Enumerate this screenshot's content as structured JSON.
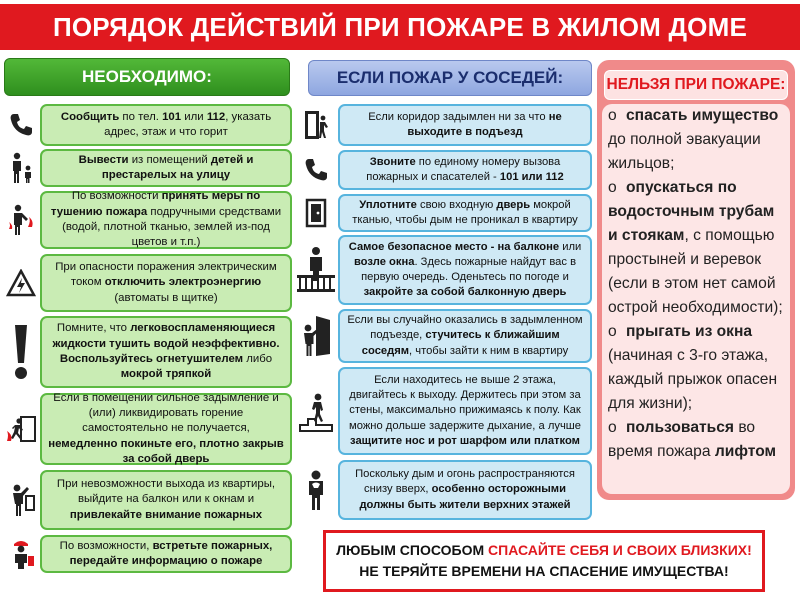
{
  "title": "ПОРЯДОК ДЕЙСТВИЙ ПРИ ПОЖАРЕ В ЖИЛОМ ДОМЕ",
  "left": {
    "header": "НЕОБХОДИМО:",
    "rows": [
      {
        "icon": "phone-icon",
        "parts": [
          {
            "b": "Сообщить"
          },
          {
            "t": " по тел. "
          },
          {
            "b": "101"
          },
          {
            "t": " или "
          },
          {
            "b": "112"
          },
          {
            "t": ", указать адрес, этаж и что горит"
          }
        ]
      },
      {
        "icon": "adult-with-child-icon",
        "parts": [
          {
            "b": "Вывести"
          },
          {
            "t": " из помещений "
          },
          {
            "b": "детей и престарелых на улицу"
          }
        ]
      },
      {
        "icon": "person-extinguishing-icon",
        "parts": [
          {
            "t": "По возможности "
          },
          {
            "b": "принять меры по тушению пожара"
          },
          {
            "t": " подручными средствами (водой, плотной тканью, землей из-под цветов и т.п.)"
          }
        ]
      },
      {
        "icon": "electric-hazard-icon",
        "parts": [
          {
            "t": "При опасности поражения электрическим током "
          },
          {
            "b": "отключить электроэнергию"
          },
          {
            "t": " (автоматы в щитке)"
          }
        ]
      },
      {
        "icon": "exclamation-icon",
        "parts": [
          {
            "t": "Помните, что "
          },
          {
            "b": "легковоспламеняющиеся жидкости тушить водой неэффективно. Воспользуйтесь огнетушителем"
          },
          {
            "t": " либо "
          },
          {
            "b": "мокрой тряпкой"
          }
        ]
      },
      {
        "icon": "fire-exit-icon",
        "parts": [
          {
            "t": "Если в помещении сильное задымление и (или) ликвидировать горение самостоятельно не получается, "
          },
          {
            "b": "немедленно покиньте его, плотно закрыв за собой дверь"
          }
        ]
      },
      {
        "icon": "person-at-window-icon",
        "parts": [
          {
            "t": "При невозможности выхода из квартиры, выйдите на балкон или к окнам и "
          },
          {
            "b": "привлекайте внимание пожарных"
          }
        ]
      },
      {
        "icon": "firefighter-icon",
        "parts": [
          {
            "t": "По возможности, "
          },
          {
            "b": "встретьте пожарных, передайте информацию о пожаре"
          }
        ]
      }
    ]
  },
  "middle": {
    "header": "ЕСЛИ ПОЖАР У СОСЕДЕЙ:",
    "rows": [
      {
        "icon": "exit-door-icon",
        "parts": [
          {
            "t": "Если коридор задымлен ни за что "
          },
          {
            "b": "не выходите в подъезд"
          }
        ]
      },
      {
        "icon": "phone-icon",
        "parts": [
          {
            "b": "Звоните"
          },
          {
            "t": " по единому номеру вызова пожарных и спасателей - "
          },
          {
            "b": "101 или 112"
          }
        ]
      },
      {
        "icon": "door-icon",
        "parts": [
          {
            "b": "Уплотните"
          },
          {
            "t": " свою входную "
          },
          {
            "b": "дверь"
          },
          {
            "t": " мокрой тканью, чтобы дым не проникал в квартиру"
          }
        ]
      },
      {
        "icon": "person-on-balcony-icon",
        "parts": [
          {
            "b": "Самое безопасное место - на балконе"
          },
          {
            "t": " или "
          },
          {
            "b": "возле окна"
          },
          {
            "t": ". Здесь пожарные найдут вас в первую очередь. Оденьтесь по погоде и "
          },
          {
            "b": "закройте за собой балконную дверь"
          }
        ]
      },
      {
        "icon": "person-knocking-door-icon",
        "parts": [
          {
            "t": "Если вы случайно оказались в задымленном подъезде, "
          },
          {
            "b": "стучитесь к ближайшим соседям"
          },
          {
            "t": ", чтобы зайти к ним в квартиру"
          }
        ]
      },
      {
        "icon": "person-on-stairs-icon",
        "parts": [
          {
            "t": "Если находитесь не выше 2 этажа, двигайтесь к выходу. Держитесь при этом за стены, максимально прижимаясь к полу. Как можно дольше задержите дыхание, а лучше "
          },
          {
            "b": "защитите нос и рот шарфом или платком"
          }
        ]
      },
      {
        "icon": "person-covering-face-icon",
        "parts": [
          {
            "t": "Поскольку дым и огонь распространяются снизу вверх, "
          },
          {
            "b": "особенно осторожными должны быть жители верхних этажей"
          }
        ]
      }
    ]
  },
  "right": {
    "header": "НЕЛЬЗЯ ПРИ ПОЖАРЕ:",
    "marker": "o",
    "items": [
      {
        "parts": [
          {
            "b": "спасать имущество"
          },
          {
            "t": " до полной эвакуации жильцов;"
          }
        ]
      },
      {
        "parts": [
          {
            "b": "опускаться по водосточным трубам и стоякам"
          },
          {
            "t": ", с помощью простыней и веревок (если в этом нет самой острой необходимости);"
          }
        ]
      },
      {
        "parts": [
          {
            "b": "прыгать из окна"
          },
          {
            "t": " (начиная с 3-го этажа, каждый прыжок опасен для жизни);"
          }
        ]
      },
      {
        "parts": [
          {
            "b": "пользоваться"
          },
          {
            "t": " во время пожара "
          },
          {
            "b": "лифтом"
          }
        ]
      }
    ]
  },
  "banner": {
    "line1_start": "ЛЮБЫМ СПОСОБОМ ",
    "line1_red": "СПАСАЙТЕ СЕБЯ И СВОИХ БЛИЗКИХ!",
    "line2": "НЕ ТЕРЯЙТЕ ВРЕМЕНИ НА СПАСЕНИЕ ИМУЩЕСТВА!"
  },
  "colors": {
    "title_red": "#e0191f",
    "green_box": "#c9ecb4",
    "green_border": "#5cb941",
    "blue_box": "#cfe9f5",
    "blue_border": "#57b4de",
    "pink_panel": "#f08a8a",
    "pink_body": "#fde6e6"
  }
}
